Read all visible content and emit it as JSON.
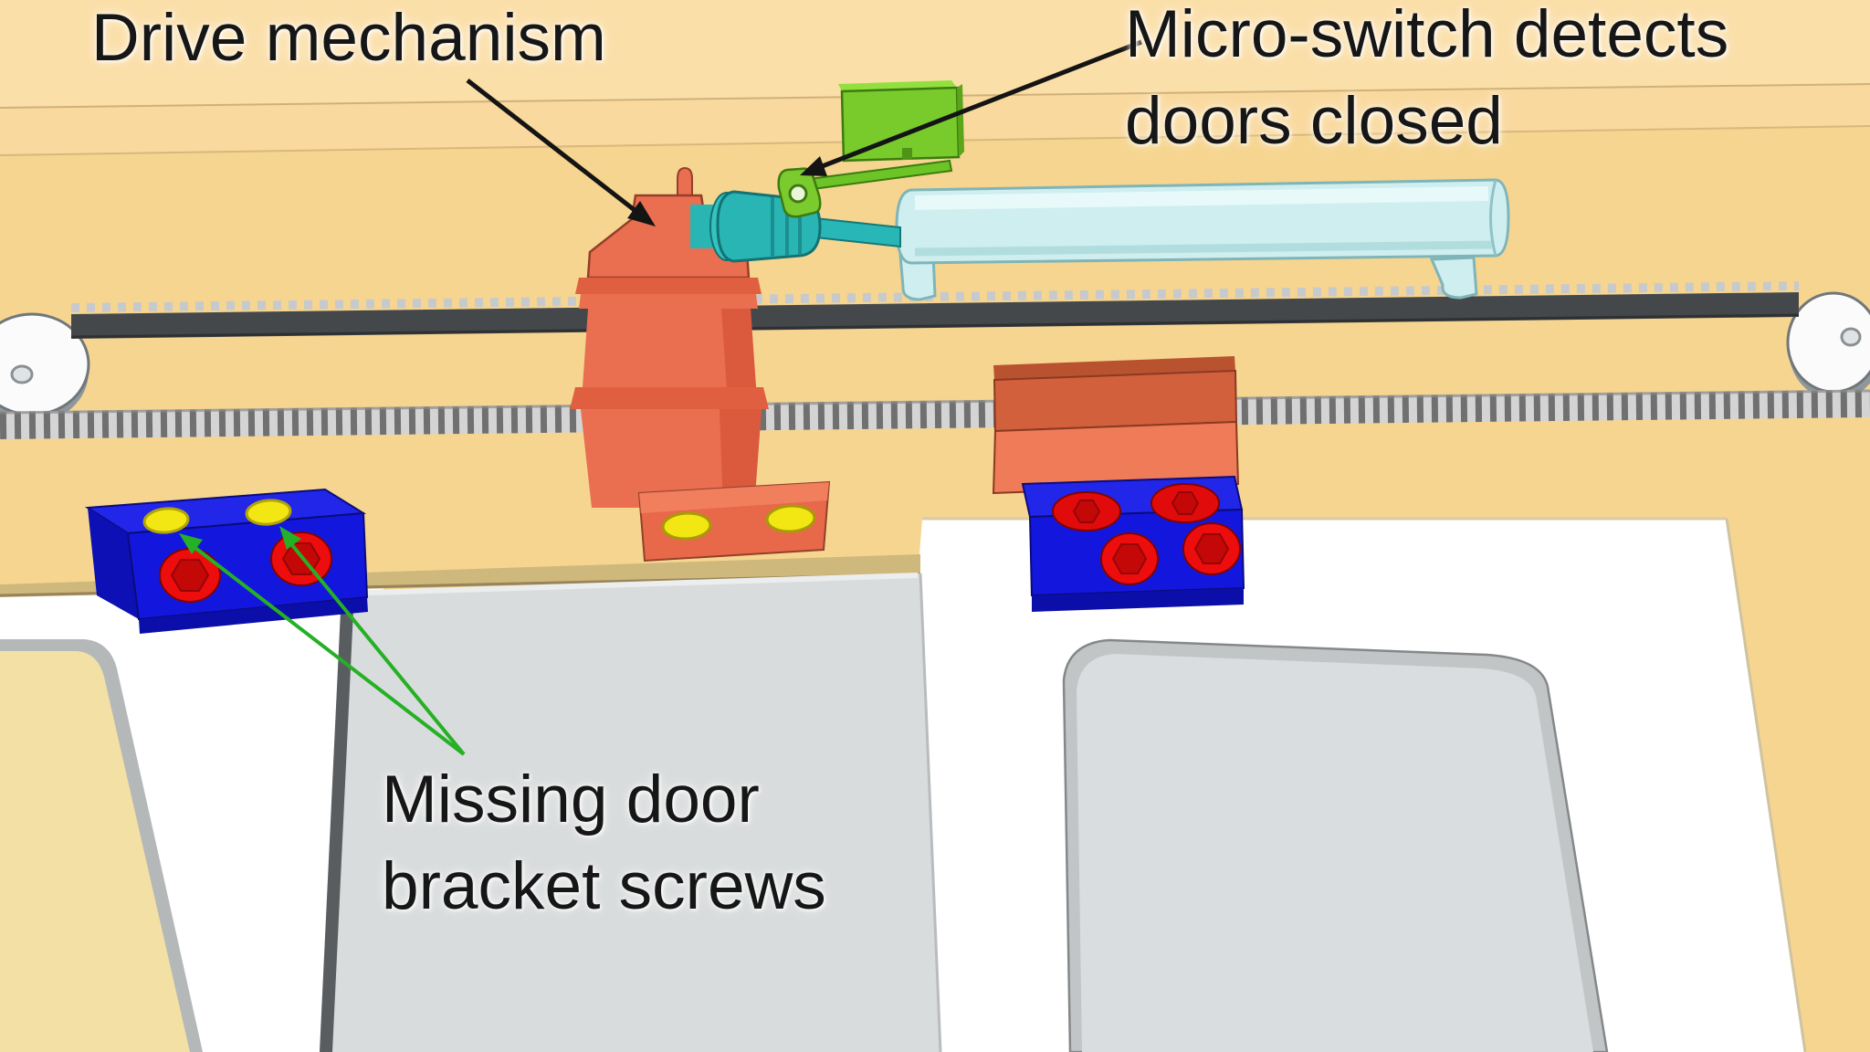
{
  "annotations": {
    "drive": {
      "label": "Drive mechanism",
      "arrow_color": "#141414",
      "points_to": "drive-mechanism-block"
    },
    "micro": {
      "line1": "Micro-switch detects",
      "line2": "doors closed",
      "arrow_color": "#141414",
      "points_to": "micro-switch-lever"
    },
    "missing": {
      "line1": "Missing door",
      "line2": "bracket screws",
      "arrow_color": "#25b025",
      "arrow_count": 2,
      "points_to": "left-bracket-empty-screw-holes"
    }
  },
  "colors": {
    "wall_tan": "#f6d590",
    "wall_band_light": "#fbdfa9",
    "door_frame_white": "#ffffff",
    "door_panel_gray": "#d9dcdd",
    "left_door_panel": "#f3e0a4",
    "mechanism_orange": "#ea6e50",
    "bracket_blue": "#1317dd",
    "bolt_red": "#ee0d0d",
    "empty_hole_yellow": "#f2e713",
    "micro_switch_green": "#79cb2b",
    "coupling_teal": "#2ab5b5",
    "cylinder_pale_cyan": "#cfeef0",
    "belt_dark_gray": "#45484b",
    "coil_silver": "#d4d4d4",
    "arrow_black": "#141414",
    "arrow_green": "#25b025"
  },
  "components": [
    {
      "name": "drive-mechanism-block",
      "color": "#ea6e50"
    },
    {
      "name": "micro-switch",
      "color": "#79cb2b"
    },
    {
      "name": "micro-switch-lever",
      "color": "#6cc427"
    },
    {
      "name": "motor-cylinder",
      "color": "#cfeef0"
    },
    {
      "name": "coupling-shaft",
      "color": "#2ab5b5"
    },
    {
      "name": "drive-belt",
      "color": "#45484b"
    },
    {
      "name": "helical-drive-cable",
      "color": "#d4d4d4"
    },
    {
      "name": "pulley-left",
      "color": "#fbfbfb"
    },
    {
      "name": "pulley-right",
      "color": "#fbfbfb"
    },
    {
      "name": "left-door-bracket",
      "color": "#1317dd",
      "fitted_bolts": 2,
      "empty_screw_holes": 2
    },
    {
      "name": "right-door-bracket",
      "color": "#1317dd",
      "fitted_bolts": 4,
      "empty_screw_holes": 0
    },
    {
      "name": "center-door-panel",
      "color": "#d9dcdd"
    },
    {
      "name": "right-door-panel",
      "color": "#dadde0"
    },
    {
      "name": "left-door-panel",
      "color": "#f3e0a4"
    }
  ]
}
